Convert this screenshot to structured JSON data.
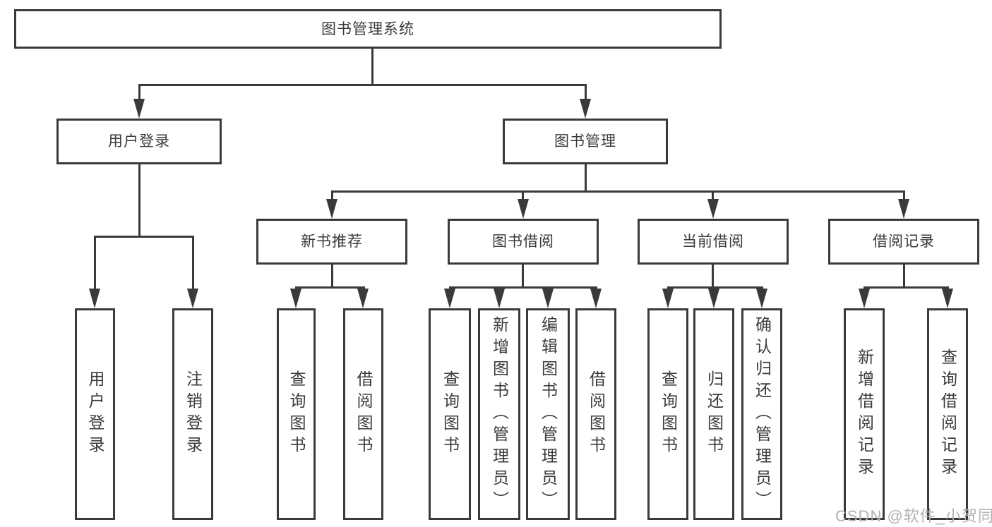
{
  "diagram_type": "hierarchy-tree",
  "tree": {
    "root": {
      "label": "图书管理系统",
      "children": [
        {
          "label": "用户登录",
          "children": [
            {
              "label": "用户登录"
            },
            {
              "label": "注销登录"
            }
          ]
        },
        {
          "label": "图书管理",
          "children": [
            {
              "label": "新书推荐",
              "children": [
                {
                  "label": "查询图书"
                },
                {
                  "label": "借阅图书"
                }
              ]
            },
            {
              "label": "图书借阅",
              "children": [
                {
                  "label": "查询图书"
                },
                {
                  "label": "新增图书（管理员）"
                },
                {
                  "label": "编辑图书（管理员）"
                },
                {
                  "label": "借阅图书"
                }
              ]
            },
            {
              "label": "当前借阅",
              "children": [
                {
                  "label": "查询图书"
                },
                {
                  "label": "归还图书"
                },
                {
                  "label": "确认归还（管理员）"
                }
              ]
            },
            {
              "label": "借阅记录",
              "children": [
                {
                  "label": "新增借阅记录"
                },
                {
                  "label": "查询借阅记录"
                }
              ]
            }
          ]
        }
      ]
    }
  },
  "watermark": "CSDN @软件_小贺同学",
  "colors": {
    "line": "#3a3a3a",
    "text": "#3a3a3a",
    "background": "#ffffff",
    "watermark": "#b2b2b2"
  }
}
